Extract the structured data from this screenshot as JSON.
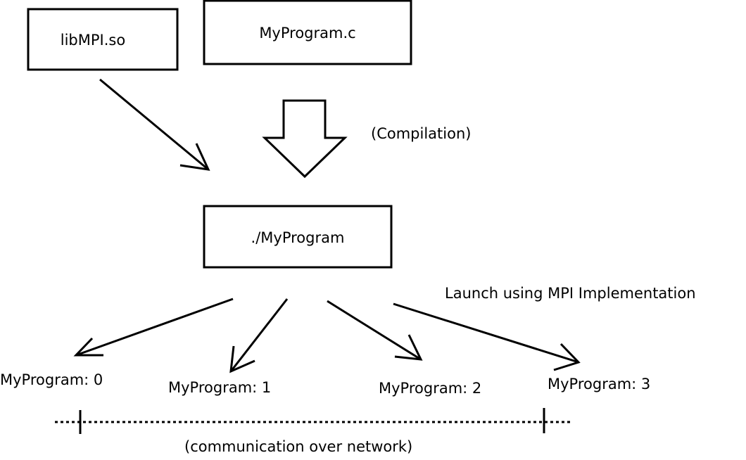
{
  "nodes": {
    "library": "libMPI.so",
    "source": "MyProgram.c",
    "executable": "./MyProgram"
  },
  "labels": {
    "compilation": "(Compilation)",
    "launch": "Launch using MPI Implementation",
    "network": "(communication over network)"
  },
  "processes": [
    "MyProgram: 0",
    "MyProgram: 1",
    "MyProgram: 2",
    "MyProgram: 3"
  ],
  "colors": {
    "stroke": "#000000",
    "background": "#ffffff"
  }
}
